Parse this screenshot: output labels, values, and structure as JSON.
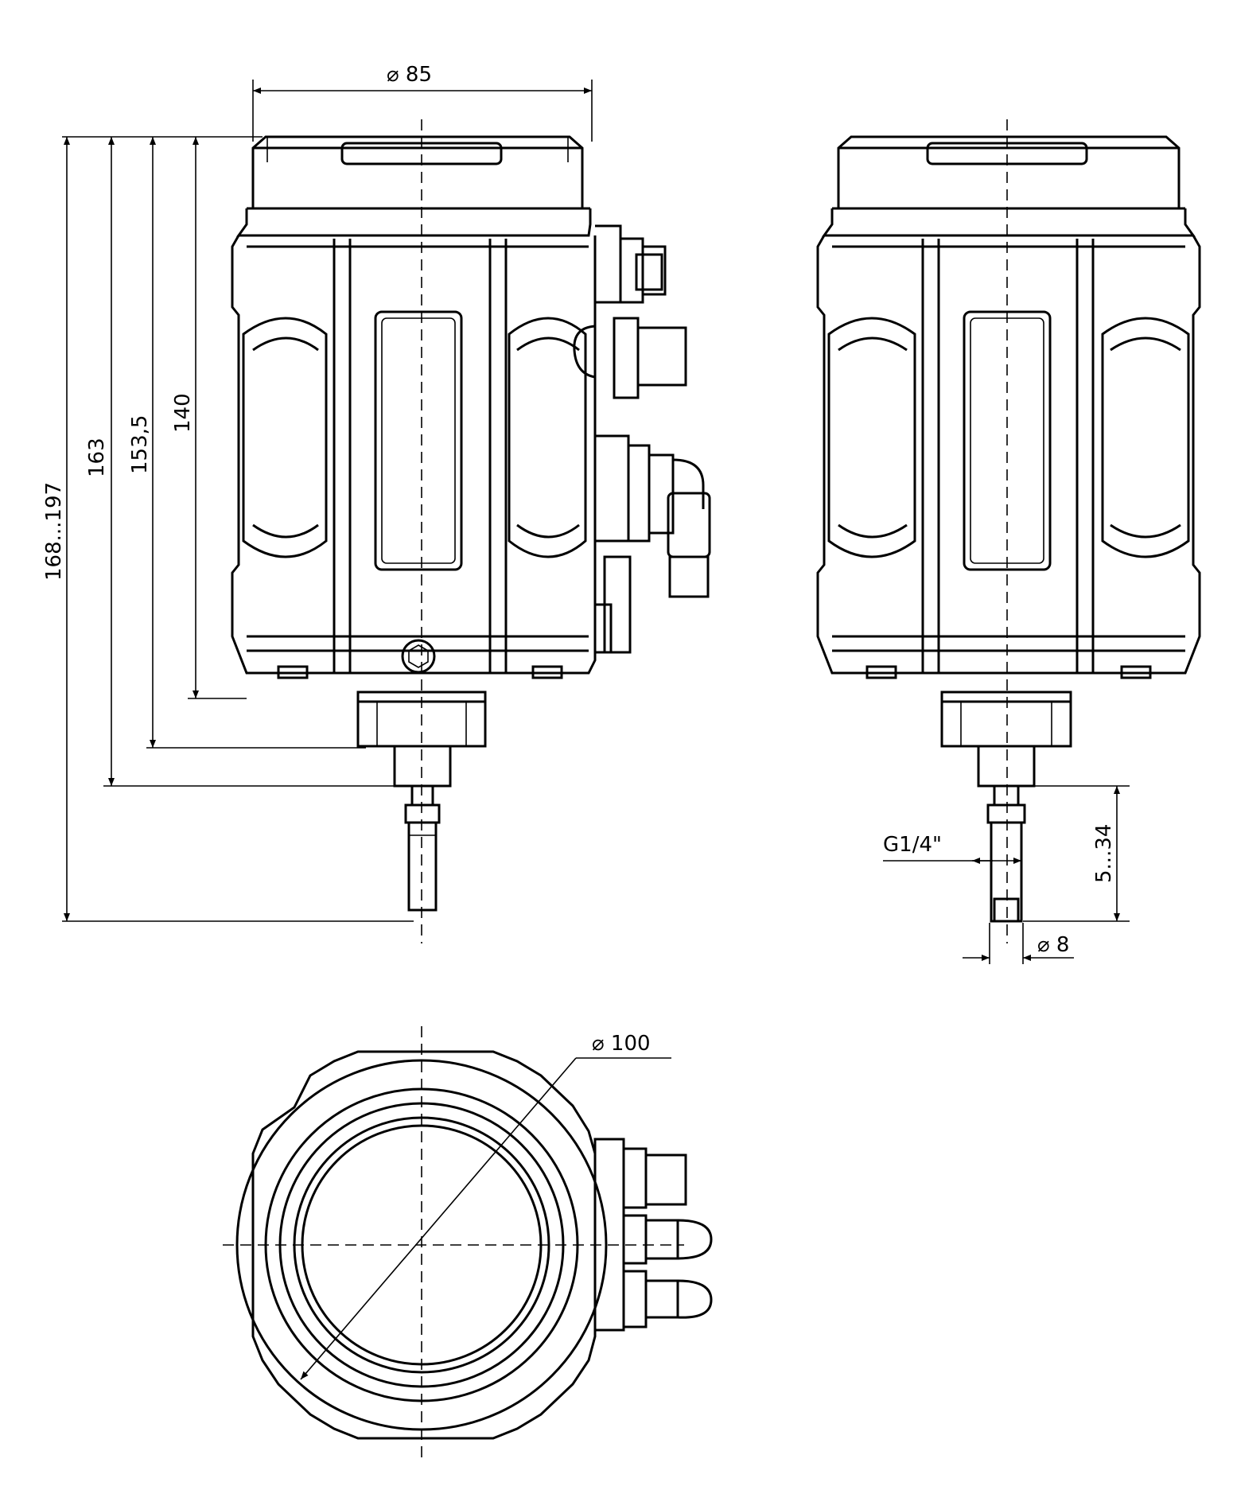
{
  "drawing": {
    "dimensions": {
      "top_width": "⌀ 85",
      "overall_height": "168...197",
      "height_163": "163",
      "height_153_5": "153,5",
      "height_140": "140",
      "thread": "G1/4\"",
      "stroke_range": "5...34",
      "probe_diameter": "⌀ 8",
      "bottom_diameter": "⌀ 100"
    }
  }
}
